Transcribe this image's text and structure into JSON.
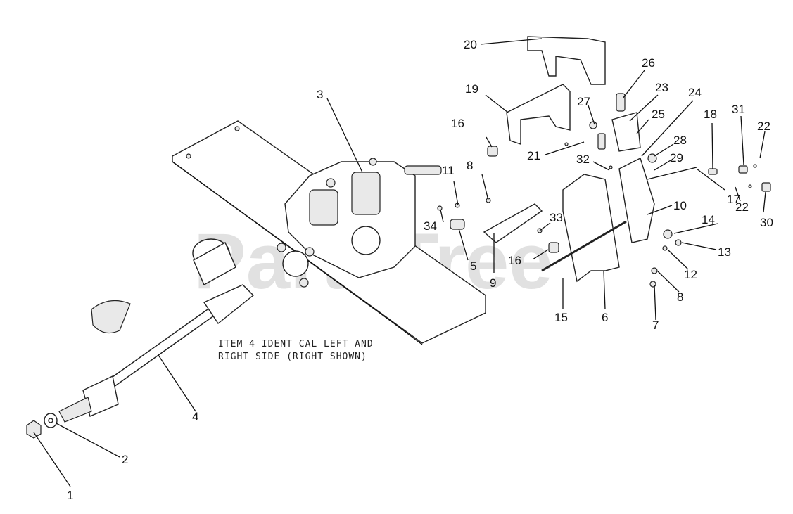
{
  "watermark": "PartsTree",
  "note": {
    "line1": "ITEM 4 IDENT CAL LEFT AND",
    "line2": "RIGHT SIDE (RIGHT SHOWN)"
  },
  "callouts": [
    "1",
    "2",
    "3",
    "4",
    "5",
    "6",
    "7",
    "8",
    "8",
    "9",
    "10",
    "11",
    "12",
    "13",
    "14",
    "15",
    "16",
    "16",
    "17",
    "18",
    "19",
    "20",
    "21",
    "22",
    "22",
    "23",
    "24",
    "25",
    "26",
    "27",
    "28",
    "29",
    "30",
    "31",
    "32",
    "33",
    "34"
  ]
}
